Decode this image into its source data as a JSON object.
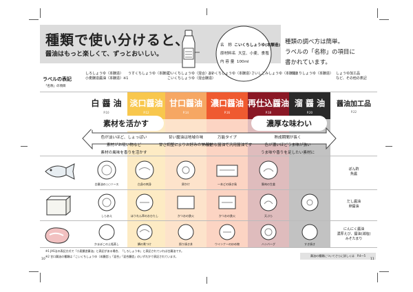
{
  "header": {
    "title": "種類で使い分けると、",
    "subtitle": "醤油はもっと楽しくて、ずっとおいしい。",
    "intro": [
      "種類の調べ方は簡単。",
      "ラベルの「名称」の項目に",
      "書かれています。"
    ]
  },
  "label_zoom": {
    "rows": [
      {
        "k": "名　称",
        "v": "こいくちしょうゆ(本醸造)"
      },
      {
        "k": "原材料名",
        "v": "大豆、小麦、食塩"
      },
      {
        "k": "内 容 量",
        "v": "100ml"
      }
    ]
  },
  "table": {
    "row_label_title": "ラベルの表記",
    "row_label_sub": "「名称」の項目",
    "columns": [
      {
        "name": "白 醤 油",
        "ref": "P.10",
        "label_lines": [
          "しろしょうゆ（本醸造）",
          "小麦醸造醤油（本醸造）※1"
        ],
        "color": "#ffffff",
        "text_color": "#222222"
      },
      {
        "name": "淡口醤油",
        "ref": "P.12",
        "label_lines": [
          "うすくちしょうゆ（本醸造）"
        ],
        "color": "#f8c74d",
        "text_color": "#ffffff"
      },
      {
        "name": "甘口醤油",
        "ref": "P.14",
        "label_lines": [
          "こいくちしょうゆ（混合）※2",
          "こいくちしょうゆ（混合醸造）"
        ],
        "color": "#f6a763",
        "text_color": "#ffffff"
      },
      {
        "name": "濃口醤油",
        "ref": "P.16",
        "label_lines": [
          "こいくちしょうゆ（本醸造）"
        ],
        "color": "#ef5a30",
        "text_color": "#ffffff"
      },
      {
        "name": "再仕込醤油",
        "ref": "P.18",
        "label_lines": [
          "さいしこみしょうゆ（本醸造）"
        ],
        "color": "#8a1825",
        "text_color": "#ffffff"
      },
      {
        "name": "溜 醤 油",
        "ref": "P.20",
        "label_lines": [
          "たまりしょうゆ（本醸造）"
        ],
        "color": "#2a2a2a",
        "text_color": "#ffffff"
      },
      {
        "name": "醤油加工品",
        "ref": "P.22",
        "label_lines": [
          "しょうゆ加工品",
          "など、その他の表記"
        ],
        "color": "#ffffff",
        "text_color": "#222222"
      }
    ],
    "bands": {
      "left": "素材を活かす",
      "right": "濃厚な味わい"
    },
    "features": [
      [
        "色が淡いほど、しょっぱい",
        "素材がお吸い物など",
        "素材の風味を香りを活かす"
      ],
      [
        "甘い醤油は地域の味",
        "甘さ調整によりお好みの甘みを"
      ],
      [
        "万能タイプ",
        "一般的な醤油で汎用醤油です"
      ],
      [
        "熟成期間が長く",
        "色が濃いほどうま味が強い",
        "うま味や香りを足したい素材に"
      ]
    ],
    "dish_rows": [
      [
        "白醤油の○○ソース",
        "白身の刺身",
        "卵かけ",
        "一本どの焼き鳥",
        "豚肉の生姜",
        ""
      ],
      [
        "しらあえ",
        "ほうれん草のおひたし",
        "かつおの鉄火",
        "かつおの鉄火",
        "天ぷら",
        ""
      ],
      [
        "かまぼこの土瓶蒸し",
        "鯛の煮つけ",
        "照り焼き丼",
        "ウインナーの炒め物",
        "ハンバーグ",
        "すき焼き"
      ]
    ],
    "right_column": [
      [
        "ぽん酢",
        "魚醤"
      ],
      [
        "だし醤油",
        "卵醤油"
      ],
      [
        "にんにく醤油",
        "濃厚えび、醤油(減塩)",
        "みそたまり"
      ]
    ]
  },
  "footnotes": [
    "※1 JAS法の表記方式で「小麦醸造醤油」と表記がある場合、「しろしょうゆ」と表記されていれば白醤油です。",
    "※2 甘口醤油の種類は「こいくちしょうゆ（本醸造）」「混合」「混合醸造」のいずれかで表記されています。"
  ],
  "footer_right": "醤油の種類についてさらに詳しくは　P.4〜5",
  "page_numbers": {
    "left": "10",
    "right": "11"
  }
}
